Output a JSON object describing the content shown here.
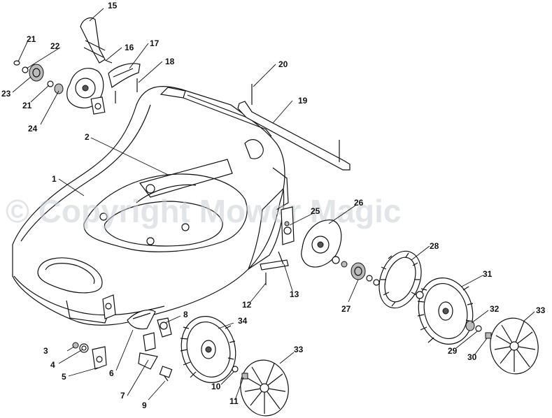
{
  "watermark": "© Copyright Mower Magic",
  "labels": [
    "1",
    "2",
    "3",
    "4",
    "5",
    "6",
    "7",
    "8",
    "9",
    "10",
    "11",
    "12",
    "13",
    "15",
    "16",
    "17",
    "18",
    "19",
    "20",
    "21",
    "21",
    "22",
    "23",
    "24",
    "25",
    "26",
    "27",
    "28",
    "29",
    "30",
    "31",
    "32",
    "33",
    "33",
    "34"
  ]
}
